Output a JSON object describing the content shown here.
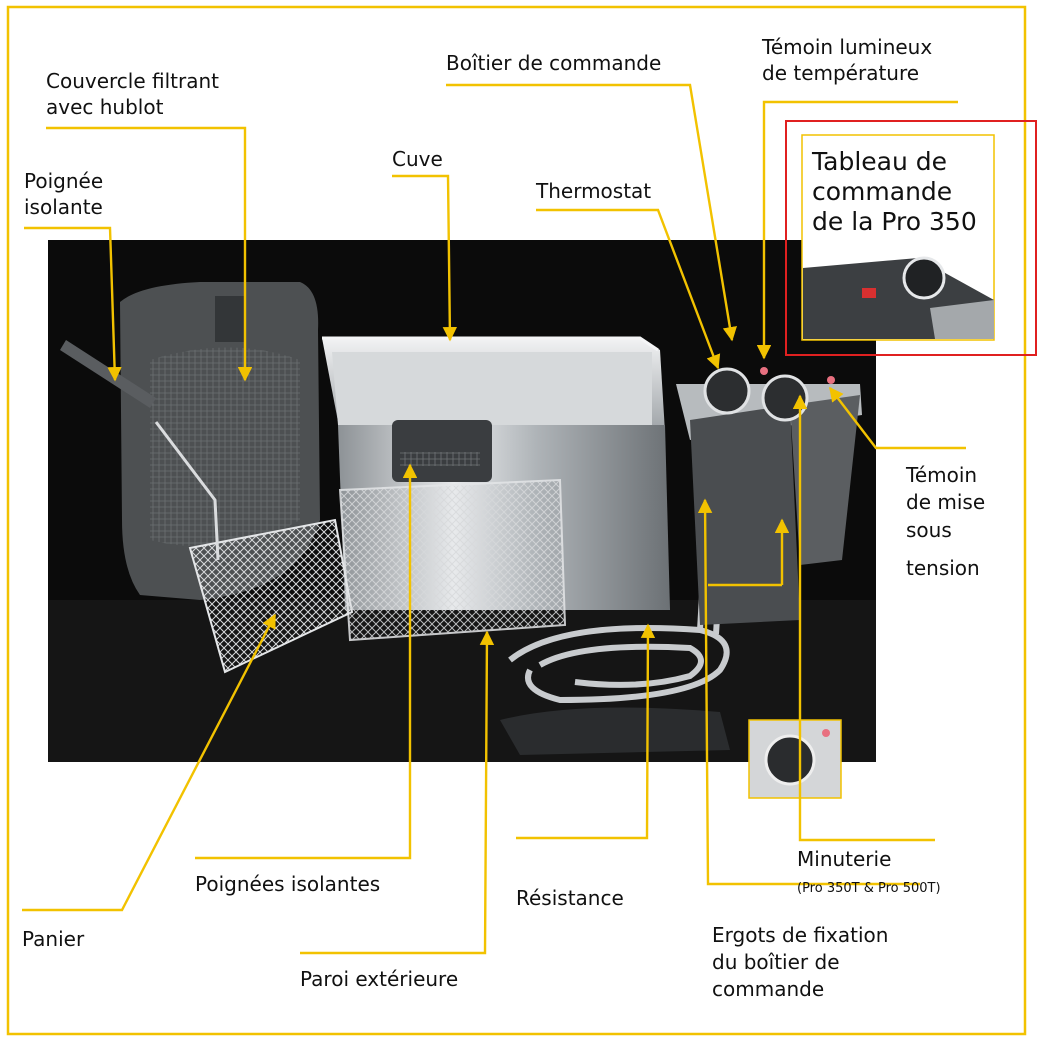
{
  "colors": {
    "frame": "#f2c200",
    "leader": "#f2c200",
    "inset_border": "#e02020",
    "photo_background": "#0b0b0b",
    "steel": "#c9cdd0",
    "plastic": "#4d5052"
  },
  "labels": {
    "couvercle": [
      "Couvercle filtrant",
      "avec hublot"
    ],
    "poignee": [
      "Poignée",
      "isolante"
    ],
    "cuve": "Cuve",
    "boitier": "Boîtier de commande",
    "thermostat": "Thermostat",
    "temoin_temp": [
      "Témoin lumineux",
      "de température"
    ],
    "tableau": [
      "Tableau de",
      "commande",
      "de la Pro 350"
    ],
    "temoin_tension": [
      "Témoin",
      "de mise",
      "sous",
      "tension"
    ],
    "minuterie": "Minuterie",
    "minuterie_note": "(Pro 350T & Pro 500T)",
    "poignees_isolantes": "Poignées isolantes",
    "resistance": "Résistance",
    "panier": "Panier",
    "paroi": "Paroi extérieure",
    "ergots": [
      "Ergots de fixation",
      "du boîtier de",
      "commande"
    ]
  },
  "icons": {
    "photo": "deep-fryer-photo",
    "inset_photo": "control-panel-photo",
    "timer_photo": "timer-knob-photo"
  }
}
